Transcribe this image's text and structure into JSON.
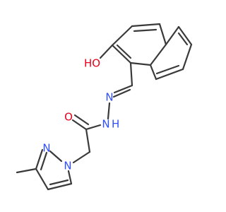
{
  "molecule": {
    "atoms": {
      "hydroxyl_oxygen": {
        "label": "HO",
        "color": "#e8001c"
      },
      "carbonyl_oxygen": {
        "label": "O",
        "color": "#e8001c"
      },
      "imine_nitrogen": {
        "label": "N",
        "color": "#2f4fff"
      },
      "hydrazide_nitrogen": {
        "label": "N",
        "color": "#2f4fff"
      },
      "hydrazide_hydrogen": {
        "label": "H",
        "color": "#2f4fff"
      },
      "pyrazole_nitrogen_2": {
        "label": "N",
        "color": "#2f4fff"
      },
      "pyrazole_nitrogen_1": {
        "label": "N",
        "color": "#2f4fff"
      }
    },
    "bond_color": "#3a3a3a"
  }
}
